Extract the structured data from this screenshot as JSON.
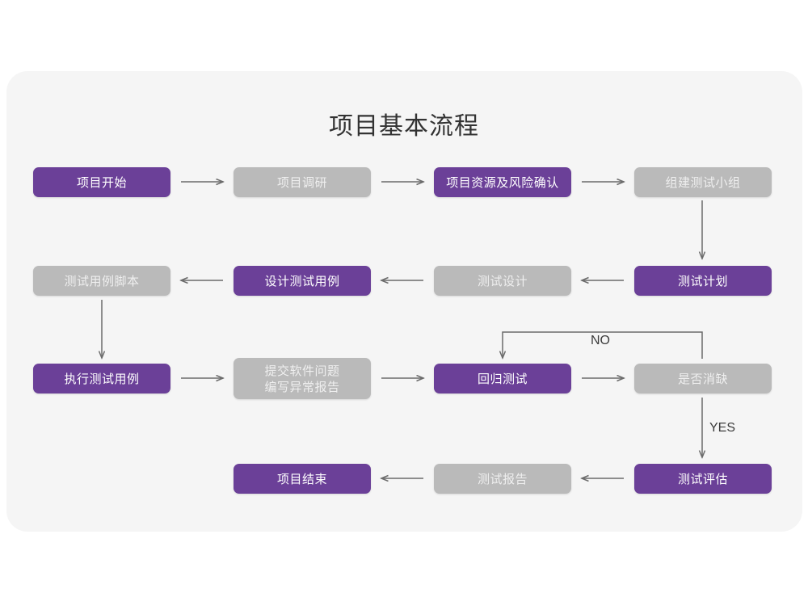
{
  "diagram": {
    "title": "项目基本流程",
    "colors": {
      "background": "#ffffff",
      "card": "#f5f5f5",
      "accent_purple": "#6b4098",
      "muted_gray": "#bababa",
      "connector": "#6b6b6b",
      "title_text": "#333333"
    },
    "nodes": [
      {
        "id": "n1",
        "label": "项目开始",
        "style": "purple",
        "row": 1,
        "col": 1
      },
      {
        "id": "n2",
        "label": "项目调研",
        "style": "gray",
        "row": 1,
        "col": 2
      },
      {
        "id": "n3",
        "label": "项目资源及风险确认",
        "style": "purple",
        "row": 1,
        "col": 3
      },
      {
        "id": "n4",
        "label": "组建测试小组",
        "style": "gray",
        "row": 1,
        "col": 4
      },
      {
        "id": "n5",
        "label": "测试用例脚本",
        "style": "gray",
        "row": 2,
        "col": 1
      },
      {
        "id": "n6",
        "label": "设计测试用例",
        "style": "purple",
        "row": 2,
        "col": 2
      },
      {
        "id": "n7",
        "label": "测试设计",
        "style": "gray",
        "row": 2,
        "col": 3
      },
      {
        "id": "n8",
        "label": "测试计划",
        "style": "purple",
        "row": 2,
        "col": 4
      },
      {
        "id": "n9",
        "label": "执行测试用例",
        "style": "purple",
        "row": 3,
        "col": 1
      },
      {
        "id": "n10",
        "label": "提交软件问题\n编写异常报告",
        "style": "gray",
        "row": 3,
        "col": 2
      },
      {
        "id": "n11",
        "label": "回归测试",
        "style": "purple",
        "row": 3,
        "col": 3
      },
      {
        "id": "n12",
        "label": "是否消缺",
        "style": "gray",
        "row": 3,
        "col": 4
      },
      {
        "id": "n13",
        "label": "项目结束",
        "style": "purple",
        "row": 4,
        "col": 2
      },
      {
        "id": "n14",
        "label": "测试报告",
        "style": "gray",
        "row": 4,
        "col": 3
      },
      {
        "id": "n15",
        "label": "测试评估",
        "style": "purple",
        "row": 4,
        "col": 4
      }
    ],
    "edge_labels": [
      {
        "id": "e_no",
        "text": "NO"
      },
      {
        "id": "e_yes",
        "text": "YES"
      }
    ]
  }
}
